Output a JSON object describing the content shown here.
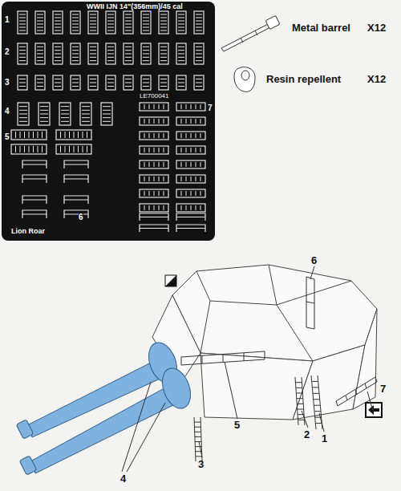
{
  "diagram": {
    "labels": [
      "WWII IJN 14\"(356mm)/45 cal",
      "LE700041",
      "1",
      "2",
      "3",
      "4",
      "5",
      "6",
      "7",
      "Lion Roar",
      "Metal barrel",
      "X12",
      "Resin repellent",
      "X12",
      "6",
      "7",
      "5",
      "2",
      "1",
      "3",
      "4"
    ]
  }
}
